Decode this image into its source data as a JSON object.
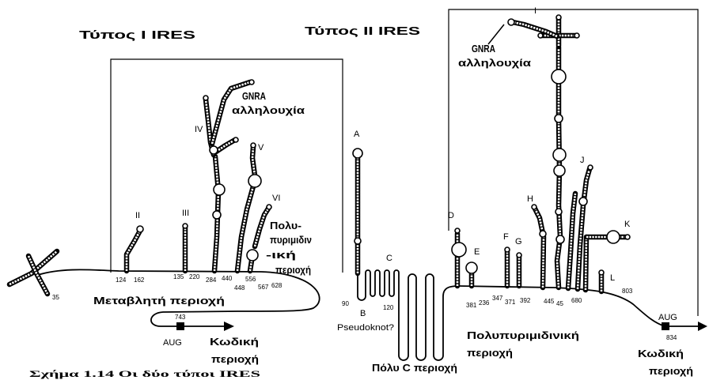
{
  "colors": {
    "ink": "#000000",
    "paper": "#ffffff"
  },
  "titles": {
    "type1": "Τύπος I IRES",
    "type2": "Τύπος II IRES"
  },
  "type1": {
    "gnra": {
      "line1": "GNRA",
      "line2": "αλληλουχία"
    },
    "domains": {
      "ii": "II",
      "iii": "III",
      "iv": "IV",
      "v": "V",
      "vi": "VI"
    },
    "polypyrimidine": {
      "line1": "Πολυ-",
      "line2": "πυριμιδιν",
      "line3": "-ική",
      "line4": "περιοχή"
    },
    "positions": [
      "35",
      "124",
      "162",
      "135",
      "220",
      "284",
      "440",
      "448",
      "556",
      "567",
      "628"
    ],
    "variable_region": "Μεταβλητή περιοχή",
    "aug_position": "743",
    "aug": "AUG",
    "coding": {
      "line1": "Κωδική",
      "line2": "περιοχή"
    }
  },
  "type2": {
    "gnra": {
      "line1": "GNRA",
      "line2": "αλληλουχία"
    },
    "domains": {
      "a": "A",
      "b": "B",
      "c": "C",
      "d": "D",
      "e": "E",
      "f": "F",
      "g": "G",
      "h": "H",
      "i": "I",
      "j": "J",
      "k": "K",
      "l": "L"
    },
    "positions": [
      "90",
      "120",
      "381",
      "236",
      "347",
      "371",
      "392",
      "445",
      "45",
      "680",
      "803"
    ],
    "pseudoknot": "Pseudoknot?",
    "poly_c_region": "Πόλυ C περιοχή",
    "polypyrimidine": {
      "line1": "Πολυπυριμιδινική",
      "line2": "περιοχή"
    },
    "aug": "AUG",
    "aug_position": "834",
    "coding": {
      "line1": "Κωδική",
      "line2": "περιοχή"
    }
  },
  "caption": "Σχήμα 1.14  Οι δύο τύποι IRES"
}
